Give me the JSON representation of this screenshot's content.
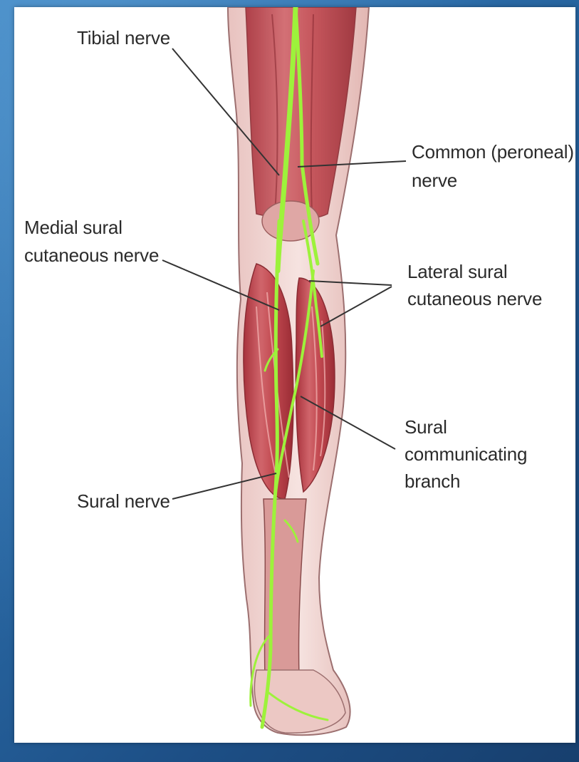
{
  "colors": {
    "background": "#2a6aa6",
    "panel": "#ffffff",
    "muscle": "#c8454c",
    "skin": "#f1d8d4",
    "nerve": "#9df23b",
    "leader_line": "#333333"
  },
  "labels": {
    "tibial": "Tibial nerve",
    "common_peroneal_line1": "Common (peroneal)",
    "common_peroneal_line2": "nerve",
    "medial_sural_line1": "Medial sural",
    "medial_sural_line2": "cutaneous nerve",
    "lateral_sural_line1": "Lateral sural",
    "lateral_sural_line2": "cutaneous nerve",
    "sural_comm_line1": "Sural",
    "sural_comm_line2": "communicating",
    "sural_comm_line3": "branch",
    "sural": "Sural nerve"
  }
}
